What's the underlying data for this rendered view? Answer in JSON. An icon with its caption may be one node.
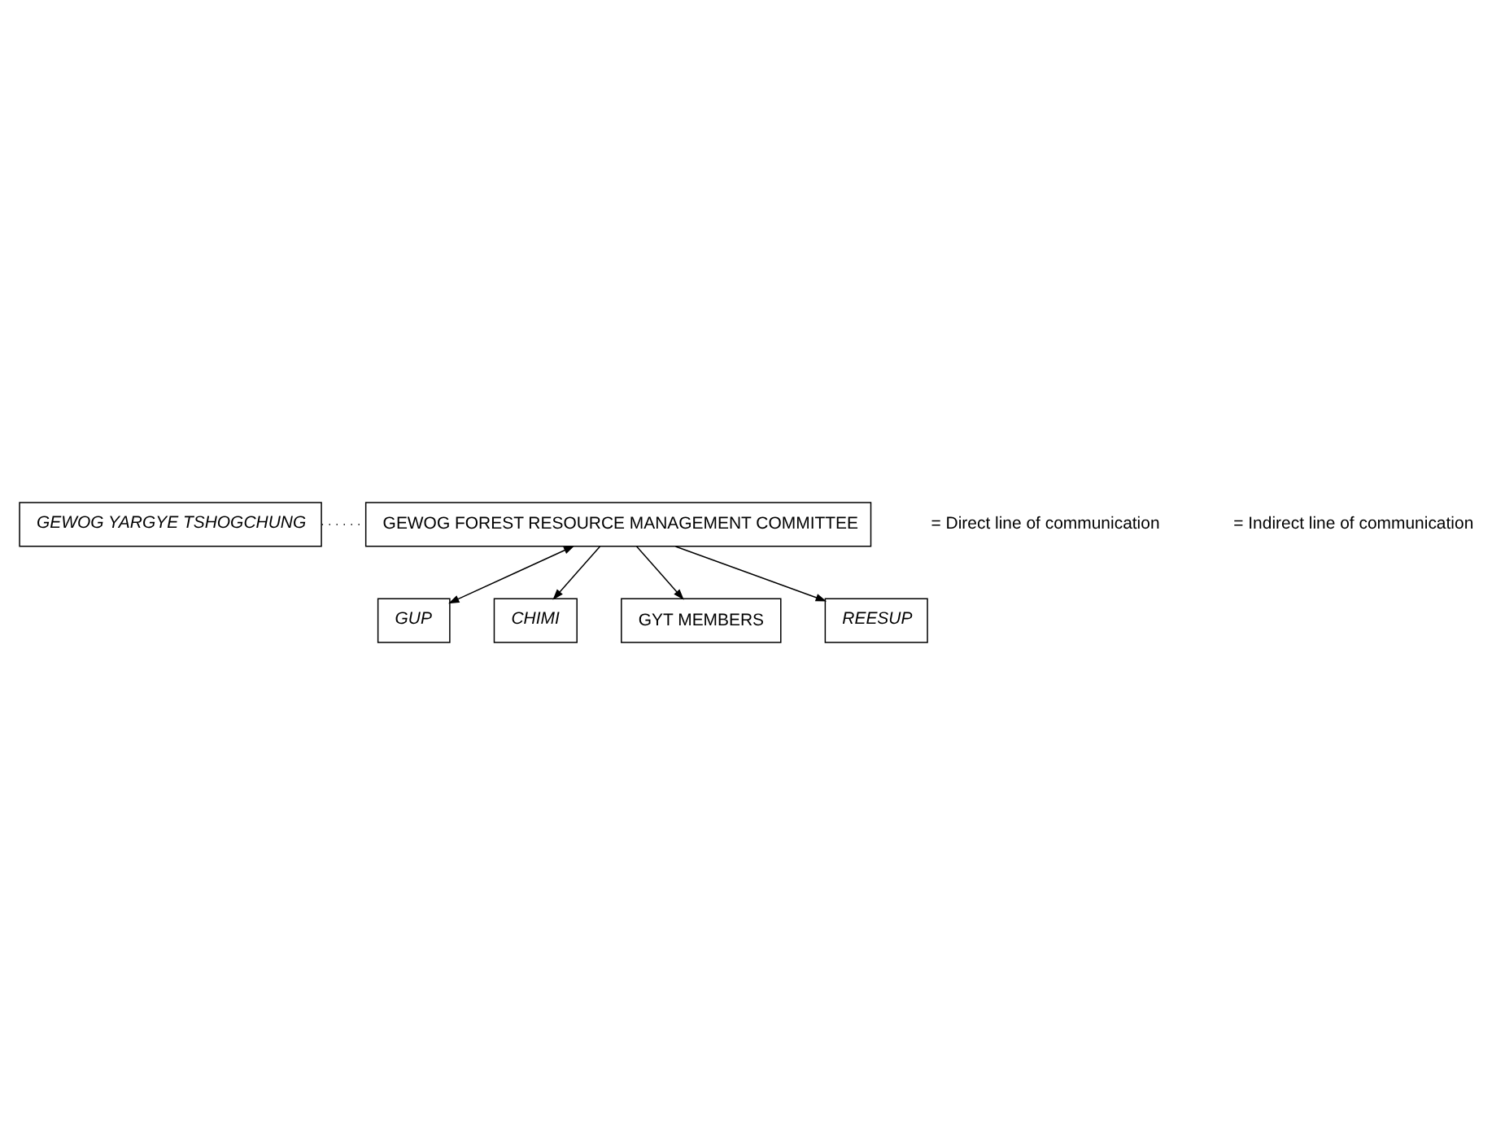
{
  "diagram": {
    "nodes": [
      {
        "text": [
          "GEWOG YARGYE TSHOGCHUNG"
        ]
      },
      {
        "text": [
          "GEWOG FOREST RESOURCE MANAGEMENT COMMITTEE"
        ]
      },
      {
        "text": [
          "GUP"
        ]
      },
      {
        "text": [
          "CHIMI"
        ]
      },
      {
        "text": [
          "GYT MEMBERS"
        ]
      },
      {
        "text": [
          "REESUP"
        ]
      }
    ],
    "edges": [
      {
        "from": 0,
        "to": 1,
        "arrow": "none",
        "style": "dashed"
      },
      {
        "from": 1,
        "to": 2,
        "arrow": "both"
      },
      {
        "from": 1,
        "to": 3,
        "arrow": "to"
      },
      {
        "from": 1,
        "to": 4,
        "arrow": "to"
      },
      {
        "from": 1,
        "to": 5,
        "arrow": "to"
      }
    ],
    "legend": [
      {
        "text": "= Direct line of communication"
      },
      {
        "text": "= Indirect line of communication"
      }
    ]
  }
}
